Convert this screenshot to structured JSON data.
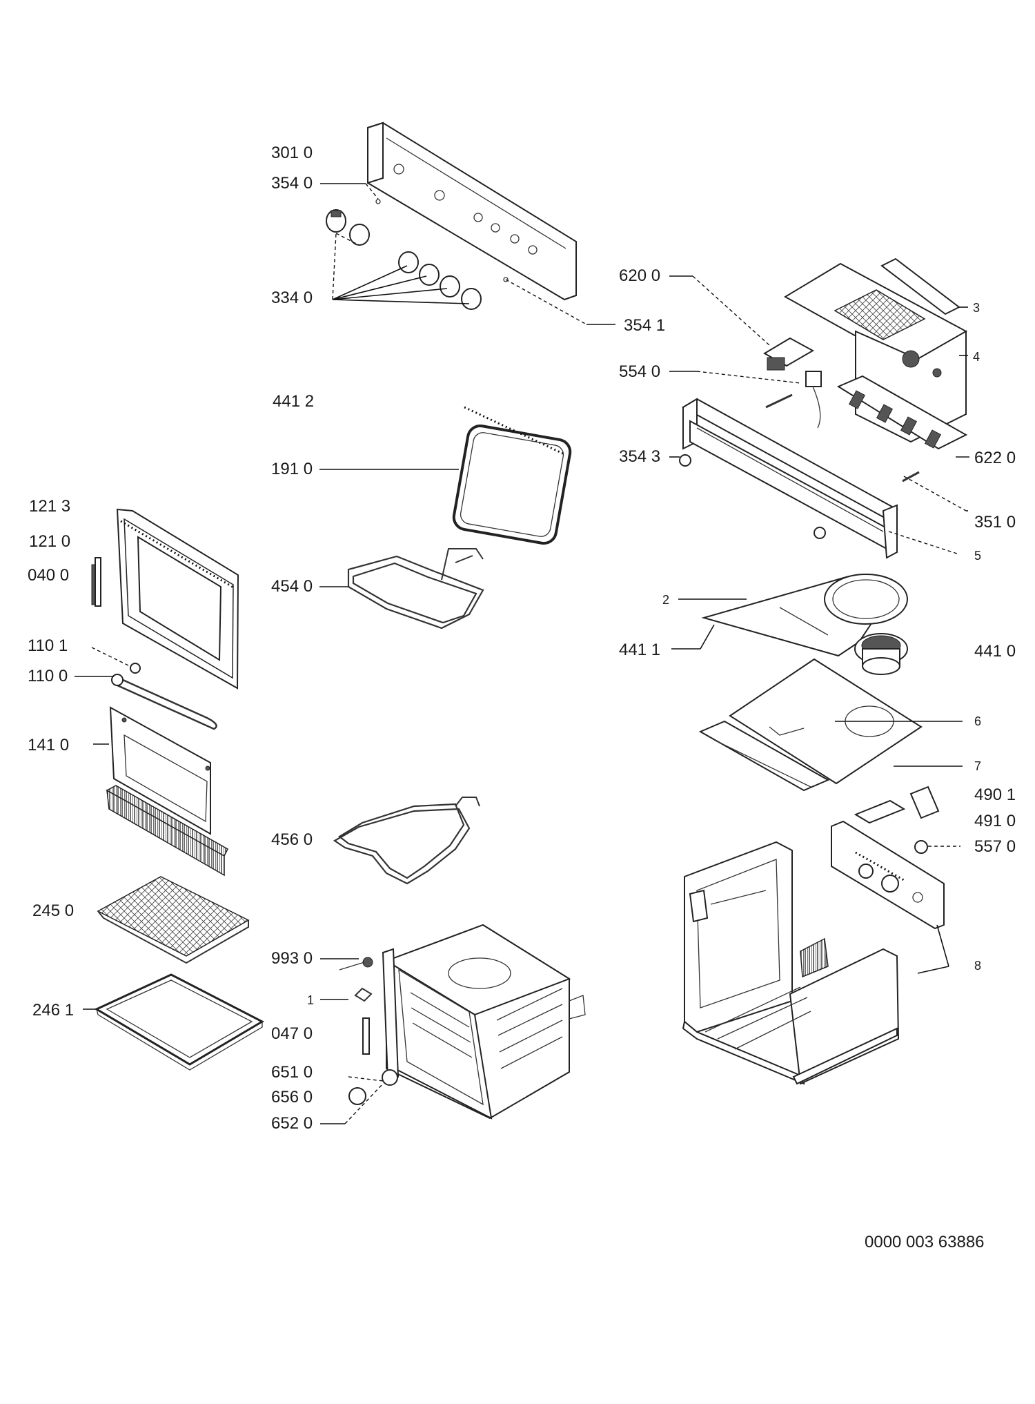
{
  "document_id": "0000 003 63886",
  "labels": {
    "l3010": "301 0",
    "l3540": "354 0",
    "l3340": "334 0",
    "l3541": "354 1",
    "l4412": "441 2",
    "l1910": "191 0",
    "l4540": "454 0",
    "l4560": "456 0",
    "l9930": "993 0",
    "l1": "1",
    "l0470": "047 0",
    "l6510": "651 0",
    "l6560": "656 0",
    "l6520": "652 0",
    "l1213": "121 3",
    "l1210": "121 0",
    "l0400": "040 0",
    "l1101": "110 1",
    "l1100": "110 0",
    "l1410": "141 0",
    "l2450": "245 0",
    "l2461": "246 1",
    "l6200": "620 0",
    "l5540": "554 0",
    "l3543": "354 3",
    "l6220": "622 0",
    "l3510": "351 0",
    "l3": "3",
    "l4": "4",
    "l5": "5",
    "l2": "2",
    "l4411": "441 1",
    "l4410": "441 0",
    "l6": "6",
    "l7": "7",
    "l4901": "490 1",
    "l4910": "491 0",
    "l5570": "557 0",
    "l8": "8"
  }
}
